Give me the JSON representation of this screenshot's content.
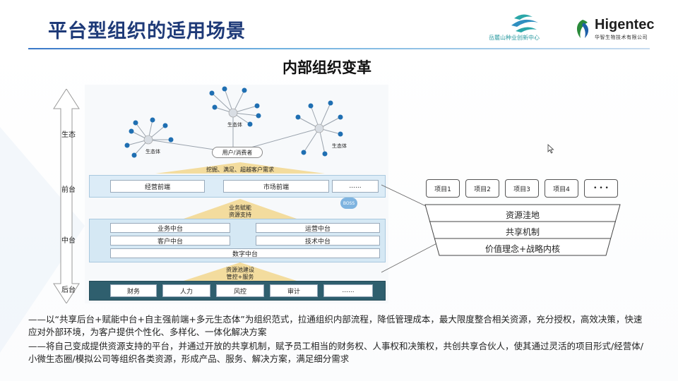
{
  "header": {
    "title": "平台型组织的适用场景",
    "logo1_text": "岳麓山种业创新中心",
    "logo2_name": "Higentec",
    "logo2_sub": "华智生物技术有限公司"
  },
  "main": {
    "title": "内部组织变革"
  },
  "diagram": {
    "layers": [
      "生态",
      "前台",
      "中台",
      "后台"
    ],
    "ecosystem": {
      "nodes": [
        "生态体",
        "生态体",
        "生态体"
      ],
      "center": "用户/消费者",
      "arrow_text": "挖掘、满足、超越客户需求"
    },
    "front": {
      "items": [
        "经营前端",
        "市场前端",
        "......"
      ],
      "badge": "BOSS"
    },
    "arrow_mid": [
      "业务赋能",
      "资源支持"
    ],
    "middle": {
      "items": [
        "业务中台",
        "运营中台",
        "客户中台",
        "技术中台",
        "数字中台"
      ]
    },
    "arrow_back": [
      "资源池建设",
      "管控+服务"
    ],
    "back": {
      "items": [
        "财务",
        "人力",
        "风控",
        "审计",
        "......"
      ]
    }
  },
  "projects": {
    "items": [
      "项目1",
      "项目2",
      "项目3",
      "项目4",
      "• • •"
    ],
    "funnel": [
      "资源洼地",
      "共享机制",
      "价值理念+战略内核"
    ]
  },
  "paragraphs": [
    "——以“共享后台+赋能中台+自主强前端+多元生态体”为组织范式，拉通组织内部流程，降低管理成本，最大限度整合相关资源，充分授权，高效决策，快速应对外部环境，为客户提供个性化、多样化、一体化解决方案",
    "——将自己变成提供资源支持的平台，并通过开放的共享机制，赋予员工相当的财务权、人事权和决策权，共创共享合伙人，使其通过灵活的项目形式/经营体/小微生态圈/模拟公司等组织各类资源，形成产品、服务、解决方案，满足细分需求"
  ]
}
